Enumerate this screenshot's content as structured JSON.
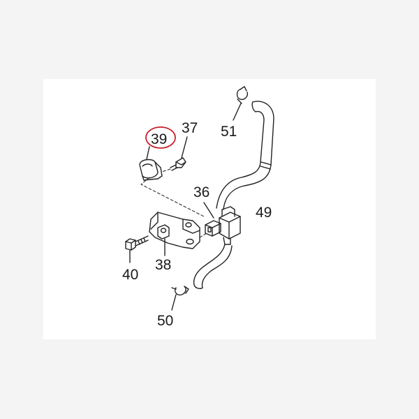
{
  "diagram": {
    "callouts": [
      {
        "id": "c39",
        "label": "39",
        "highlighted": true
      },
      {
        "id": "c37",
        "label": "37",
        "highlighted": false
      },
      {
        "id": "c51",
        "label": "51",
        "highlighted": false
      },
      {
        "id": "c36",
        "label": "36",
        "highlighted": false
      },
      {
        "id": "c49",
        "label": "49",
        "highlighted": false
      },
      {
        "id": "c40",
        "label": "40",
        "highlighted": false
      },
      {
        "id": "c38",
        "label": "38",
        "highlighted": false
      },
      {
        "id": "c50",
        "label": "50",
        "highlighted": false
      }
    ],
    "colors": {
      "line": "#222222",
      "highlight": "#c8202a",
      "paper": "#ffffff",
      "background": "#f4f4f4"
    }
  }
}
